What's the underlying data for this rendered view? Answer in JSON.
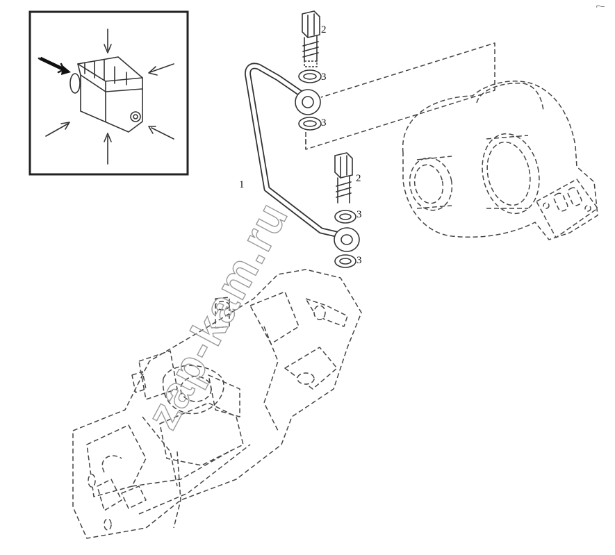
{
  "callouts": {
    "pipe": "1",
    "bolt_top": "2",
    "bolt_bottom": "2",
    "washer_1": "3",
    "washer_2": "3",
    "washer_3": "3",
    "washer_4": "3"
  },
  "watermark": "zap-kam.ru",
  "corner_mark": "⌐–",
  "colors": {
    "ink": "#333333",
    "background": "#ffffff",
    "watermark": "#9a9a9a"
  }
}
